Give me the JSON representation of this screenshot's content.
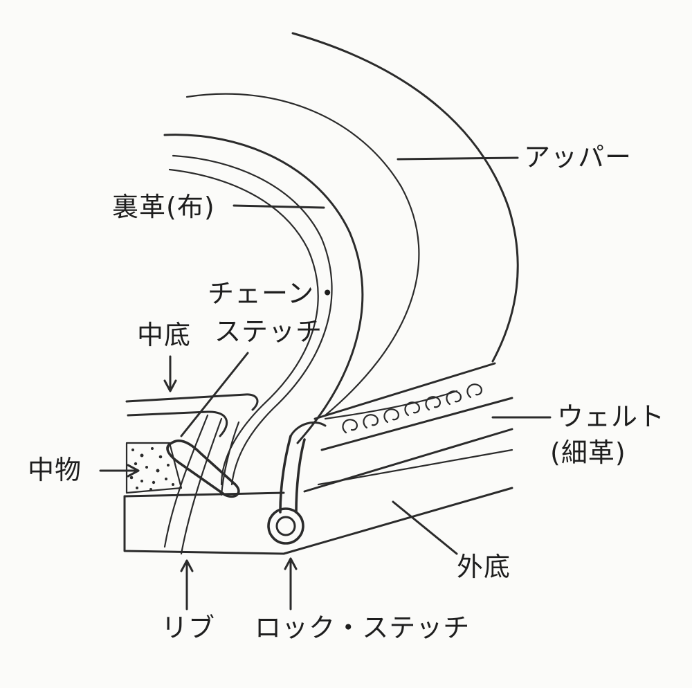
{
  "labels": {
    "upper": "アッパー",
    "lining": "裏革(布)",
    "chain_stitch_line1": "チェーン・",
    "chain_stitch_line2": "ステッチ",
    "insole": "中底",
    "filler": "中物",
    "welt_line1": "ウェルト",
    "welt_line2": "(細革)",
    "outsole": "外底",
    "rib": "リブ",
    "lock_stitch": "ロック・ステッチ"
  },
  "colors": {
    "pencil": "#2b2b2b",
    "paper": "#fbfbf9"
  }
}
